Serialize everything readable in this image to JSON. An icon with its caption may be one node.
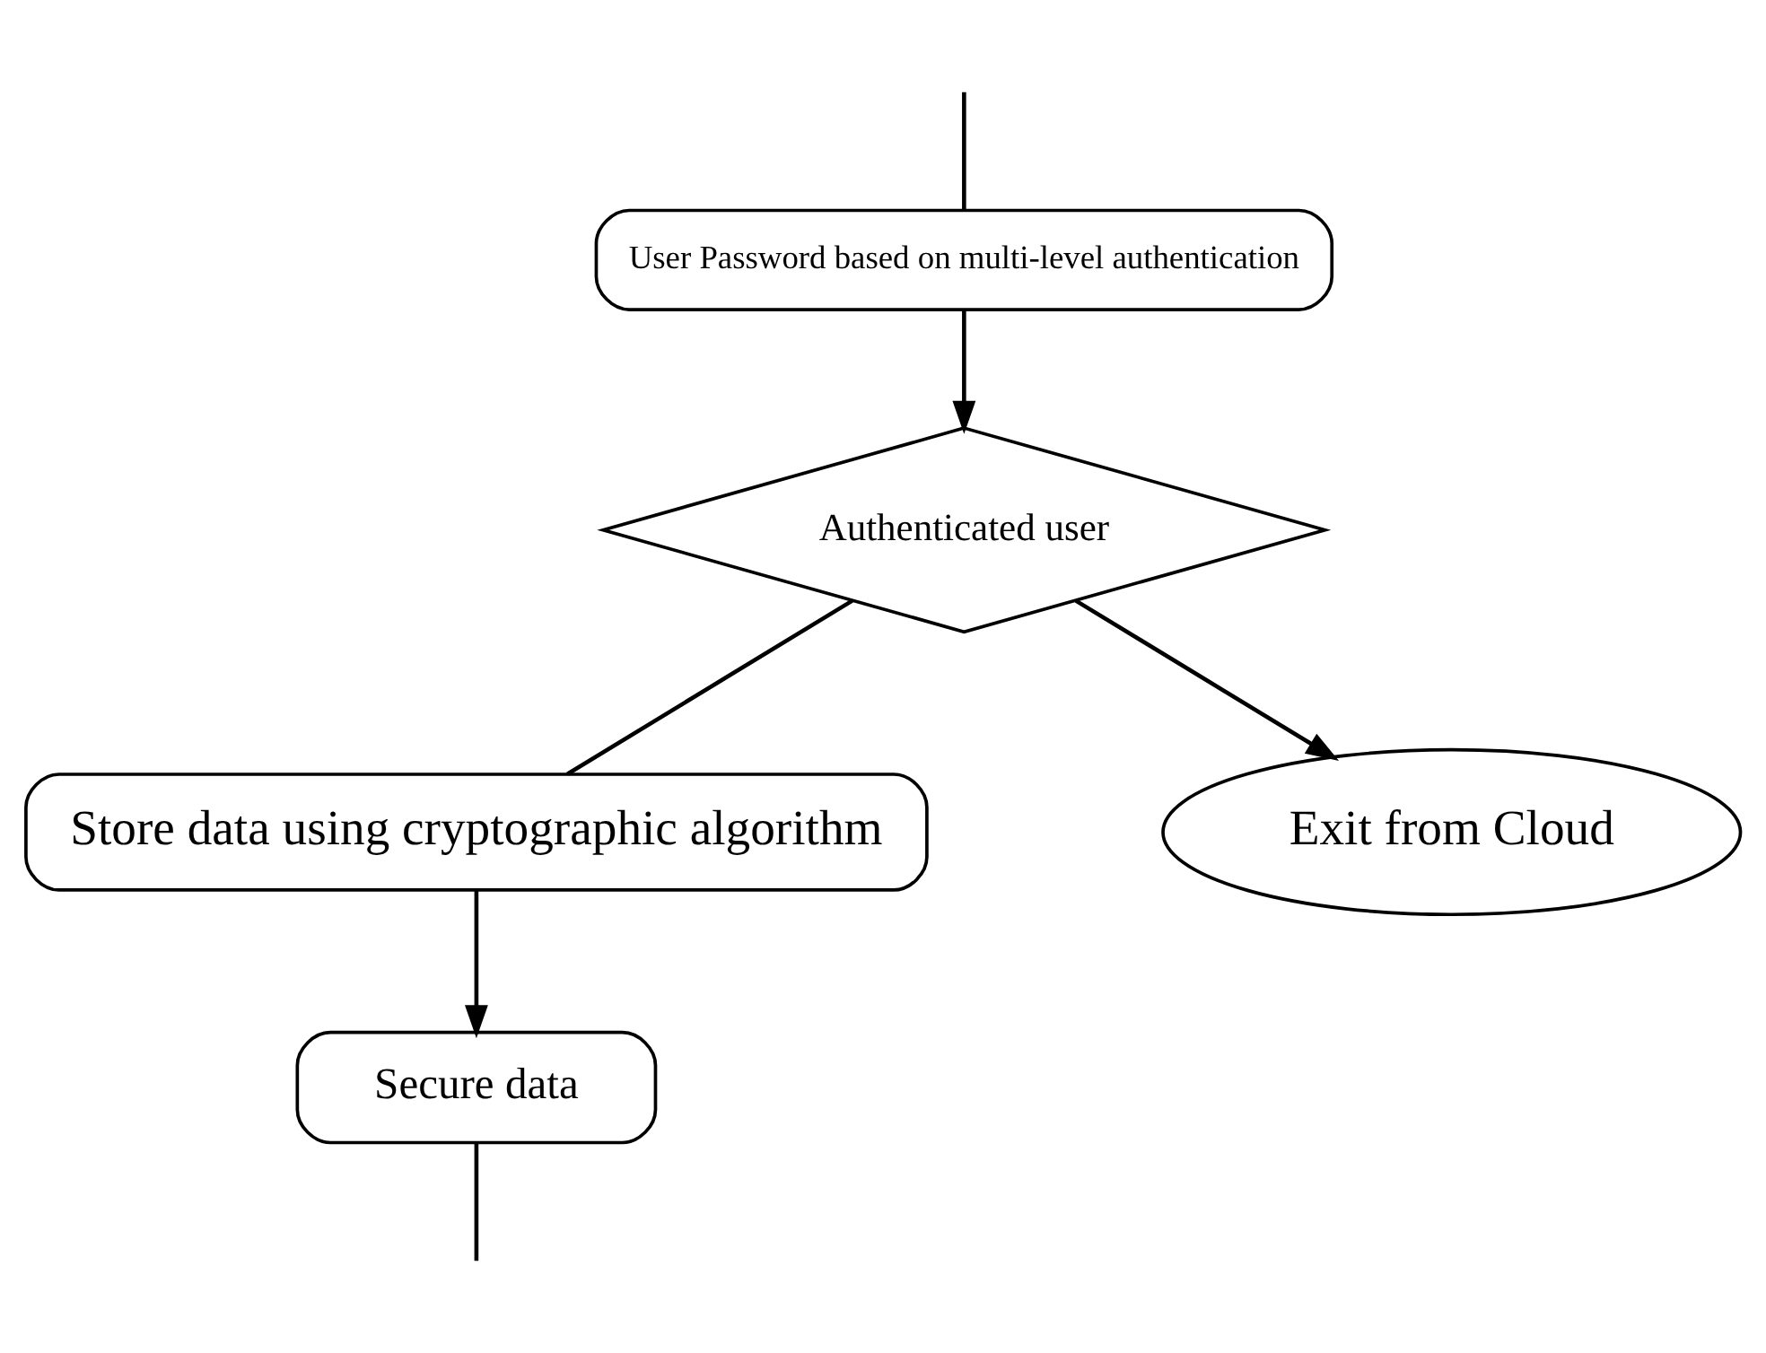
{
  "diagram": {
    "nodes": [
      {
        "text": [
          "User Password based on multi-level authentication"
        ]
      },
      {
        "text": [
          "Authenticated user"
        ]
      },
      {
        "text": [
          "Store data using cryptographic algorithm"
        ]
      },
      {
        "text": [
          "Secure data"
        ]
      },
      {
        "text": [
          "Exit from Cloud"
        ]
      }
    ],
    "edges": [
      {
        "from": null,
        "to": 0,
        "arrow": "none"
      },
      {
        "from": 0,
        "to": 1,
        "arrow": "to"
      },
      {
        "from": 1,
        "to": 2,
        "arrow": "none"
      },
      {
        "from": 1,
        "to": 4,
        "arrow": "to"
      },
      {
        "from": 2,
        "to": 3,
        "arrow": "to"
      },
      {
        "from": 3,
        "to": null,
        "arrow": "none"
      }
    ]
  }
}
